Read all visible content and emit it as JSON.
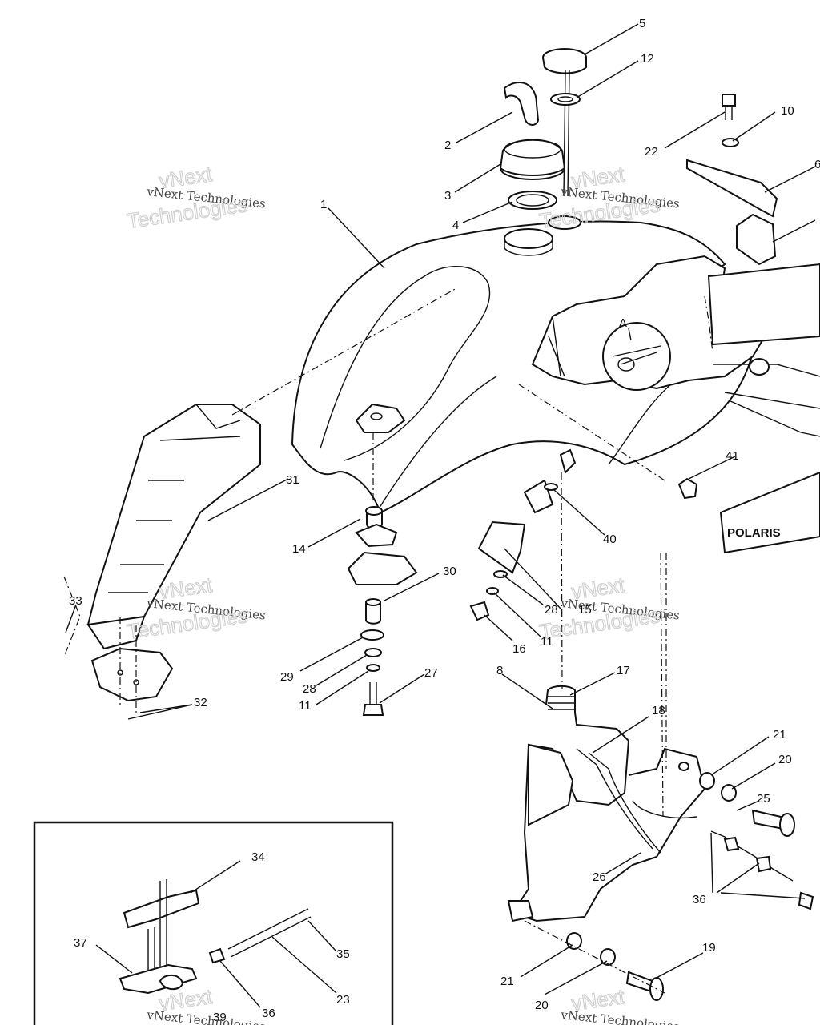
{
  "watermark": {
    "brand_top": "vNext",
    "brand_mid": "vNext Technologies",
    "brand_bottom": "Technologies"
  },
  "callouts": [
    "1",
    "2",
    "3",
    "4",
    "5",
    "6",
    "8",
    "10",
    "11",
    "12",
    "14",
    "15",
    "16",
    "17",
    "18",
    "19",
    "20",
    "21",
    "22",
    "23",
    "25",
    "26",
    "27",
    "28",
    "29",
    "30",
    "31",
    "32",
    "33",
    "34",
    "35",
    "36",
    "37",
    "39",
    "40",
    "41"
  ],
  "detail_marker": "A",
  "decal_text": "POLARIS",
  "inset": {
    "present": true
  }
}
